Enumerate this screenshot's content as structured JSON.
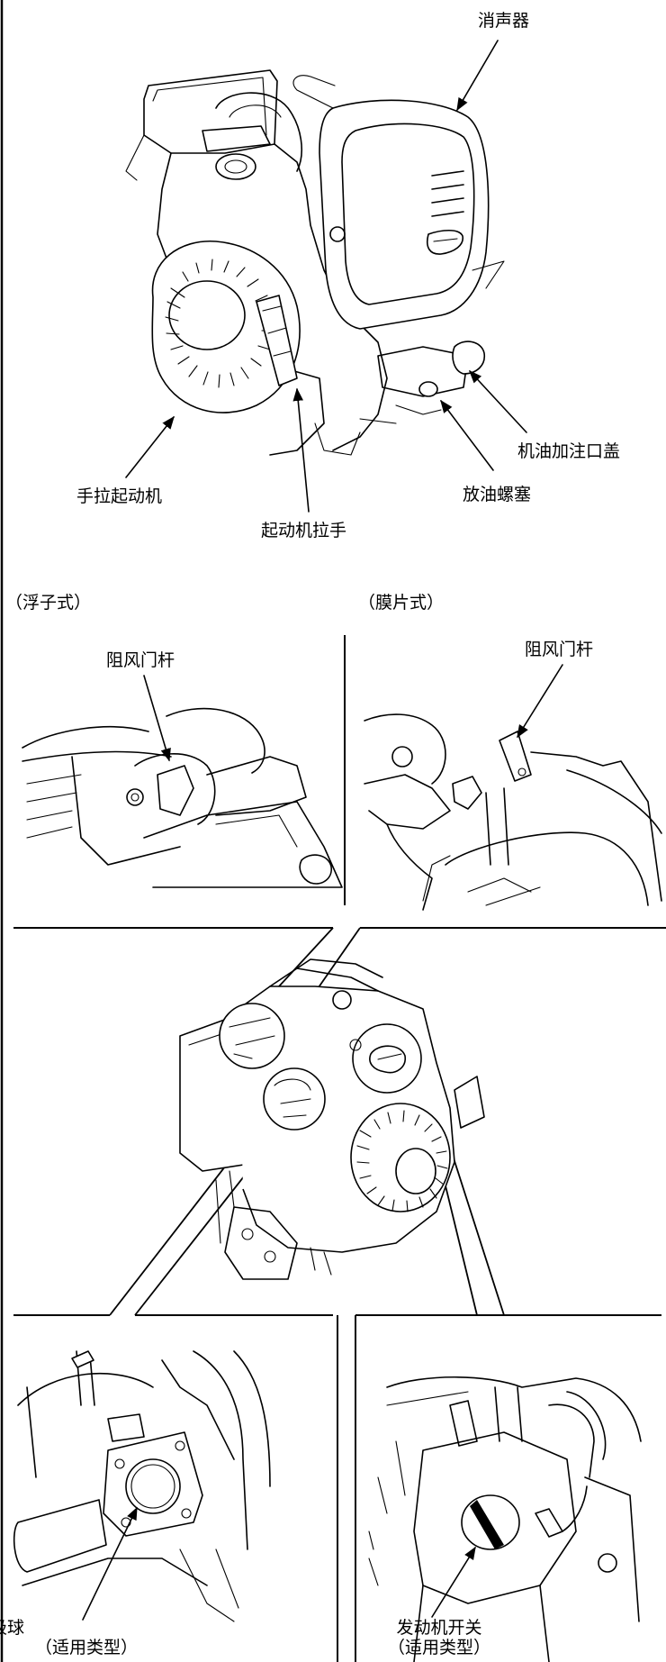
{
  "top_figure": {
    "labels": {
      "muffler": "消声器",
      "oil_filler_cap": "机油加注口盖",
      "drain_bolt": "放油螺塞",
      "recoil_starter": "手拉起动机",
      "starter_grip": "起动机拉手"
    }
  },
  "choke_panels": {
    "float_type": {
      "caption": "（浮子式）",
      "label": "阻风门杆"
    },
    "diaphragm_type": {
      "caption": "（膜片式）",
      "label": "阻风门杆"
    }
  },
  "bottom_panels": {
    "primer_bulb": {
      "line1": "吸球",
      "line2": "（适用类型）"
    },
    "engine_switch": {
      "line1": "发动机开关",
      "line2": "（适用类型）"
    }
  }
}
